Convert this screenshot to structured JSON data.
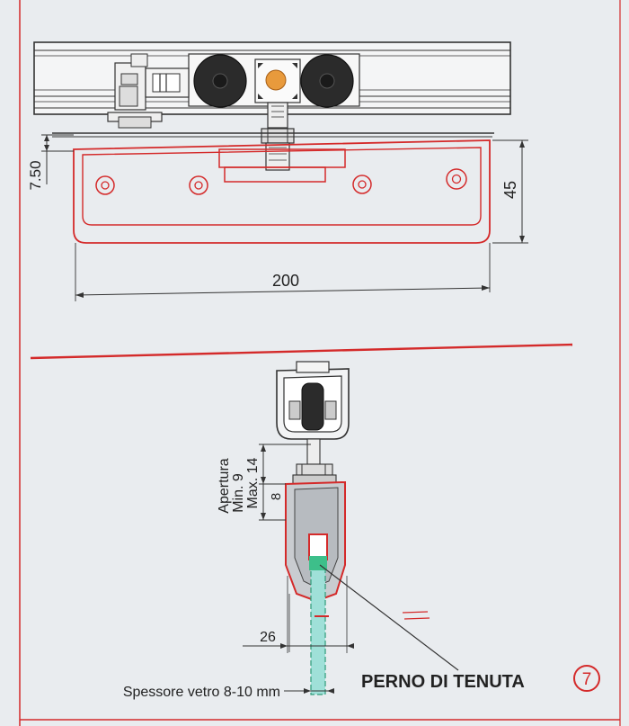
{
  "top_view": {
    "height_dim": "45",
    "offset_dim": "7.50",
    "width_dim": "200"
  },
  "side_view": {
    "opening_label": "Apertura",
    "opening_min": "Min. 9",
    "opening_max": "Max. 14",
    "dim_8": "8",
    "dim_26": "26",
    "glass_thickness_label": "Spessore vetro 8-10 mm",
    "pin_label": "PERNO DI TENUTA",
    "step_number": "7"
  },
  "colors": {
    "drawing_red": "#d42a2a",
    "glass_green": "#3dbf8a",
    "glass_fill": "#9fe0d8",
    "roller_dark": "#2b2b2b",
    "roller_orange": "#e89a3c",
    "line_dark": "#333333"
  }
}
